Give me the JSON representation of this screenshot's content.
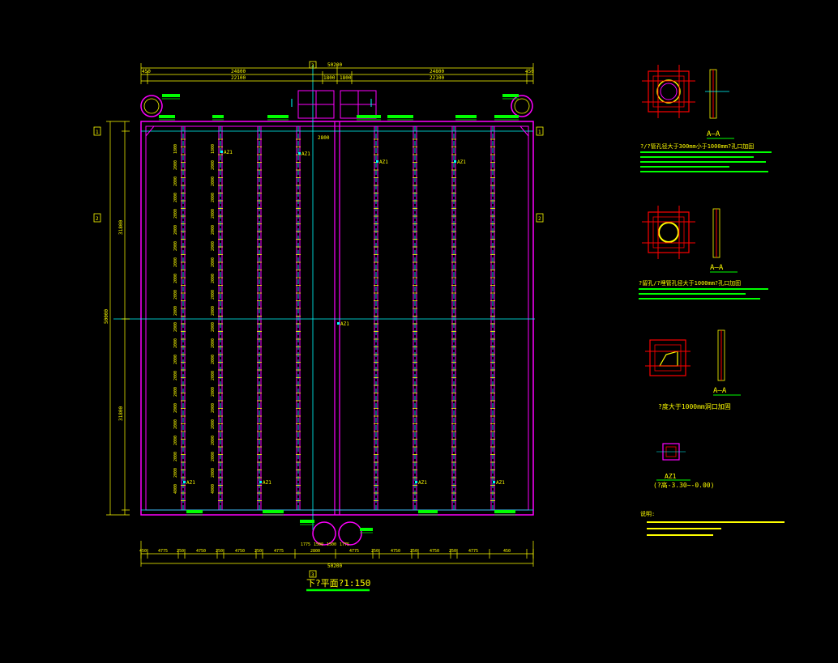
{
  "plan": {
    "title": "下?平面?1:150",
    "dim_total_top": "50200",
    "dim_half_left": "24800",
    "dim_half_right": "24800",
    "dim_inner_left": "22100",
    "dim_inner_right": "22100",
    "dim_edge_left": "450",
    "dim_edge_right": "450",
    "dim_mid_a": "1800",
    "dim_mid_b": "1800",
    "dim_total_left": "50000",
    "dim_left_upper": "31800",
    "dim_left_lower": "31800",
    "dim_bottom_total": "50200",
    "dim_center": "2800",
    "bottom_segments": [
      "450",
      "4775",
      "250",
      "4750",
      "250",
      "4750",
      "250",
      "4775",
      "2800",
      "4775",
      "250",
      "4750",
      "250",
      "4750",
      "250",
      "4775",
      "450"
    ],
    "bottom_small": [
      "1775",
      "1500",
      "1500",
      "1775"
    ],
    "axis_top": "3",
    "axis_bottom": "3",
    "axis_left_1": "1",
    "axis_left_2": "2",
    "axis_right_1": "1",
    "axis_right_2": "2",
    "az_labels": [
      "AZ1",
      "AZ1",
      "AZ1",
      "AZ1",
      "AZ1",
      "AZ1",
      "AZ1",
      "AZ1",
      "AZ1"
    ],
    "pier_spacings": [
      "1800",
      "2000",
      "2000",
      "2000",
      "2000",
      "2000",
      "2000",
      "2000",
      "2000",
      "2000",
      "2000",
      "2000",
      "2000",
      "2000",
      "2000",
      "2000",
      "2000",
      "2000",
      "2000",
      "2000",
      "2000",
      "4000"
    ]
  },
  "details": [
    {
      "section_label": "A—A",
      "caption": "?/?管孔径大于300mm小于1000mm?孔口加固"
    },
    {
      "section_label": "A—A",
      "caption": "?留孔/?埋管孔径大于1000mm?孔口加固"
    },
    {
      "section_label": "A—A",
      "caption": "?度大于1000mm洞口加固"
    },
    {
      "section_label": "AZ1",
      "caption": "(?高-3.30~-0.00)"
    }
  ],
  "notes_title": "说明:",
  "colors": {
    "background": "#000000",
    "outline": "#ff00ff",
    "axis": "#00ffff",
    "dimension": "#ffff00",
    "annotation": "#00ff00",
    "rebar": "#ff0000",
    "title_underline": "#00ff00"
  }
}
